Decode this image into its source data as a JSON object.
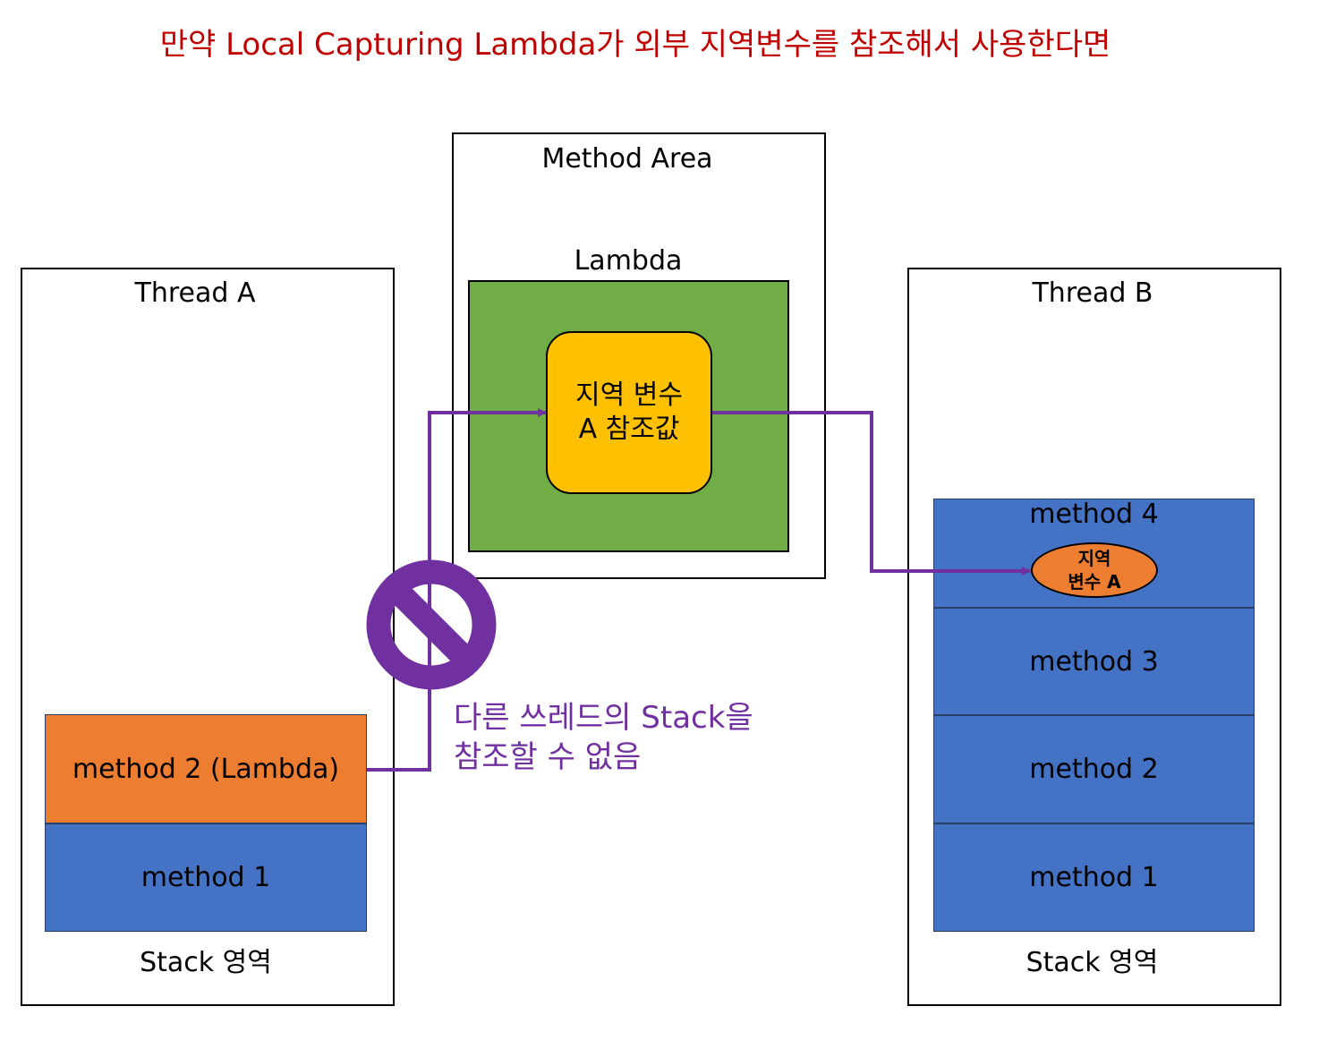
{
  "title": "만약 Local Capturing Lambda가 외부 지역변수를 참조해서 사용한다면",
  "method_area": {
    "label": "Method Area",
    "lambda_label": "Lambda",
    "local_ref": {
      "line1": "지역 변수",
      "line2": "A 참조값"
    }
  },
  "thread_a": {
    "label": "Thread A",
    "frames": [
      "method 2 (Lambda)",
      "method 1"
    ],
    "stack_label": "Stack 영역"
  },
  "thread_b": {
    "label": "Thread B",
    "frames": [
      "method 4",
      "method 3",
      "method 2",
      "method 1"
    ],
    "local_var": {
      "line1": "지역",
      "line2": "변수 A"
    },
    "stack_label": "Stack 영역"
  },
  "blocked_note": {
    "line1": "다른 쓰레드의 Stack을",
    "line2": "참조할 수 없음"
  },
  "colors": {
    "title": "#c00000",
    "arrow": "#7030a0",
    "lambda_fill": "#70ad47",
    "ref_fill": "#ffc000",
    "frame_orange": "#ed7d31",
    "frame_blue": "#4472c4"
  },
  "icons": {
    "blocked": "no-entry-icon"
  }
}
